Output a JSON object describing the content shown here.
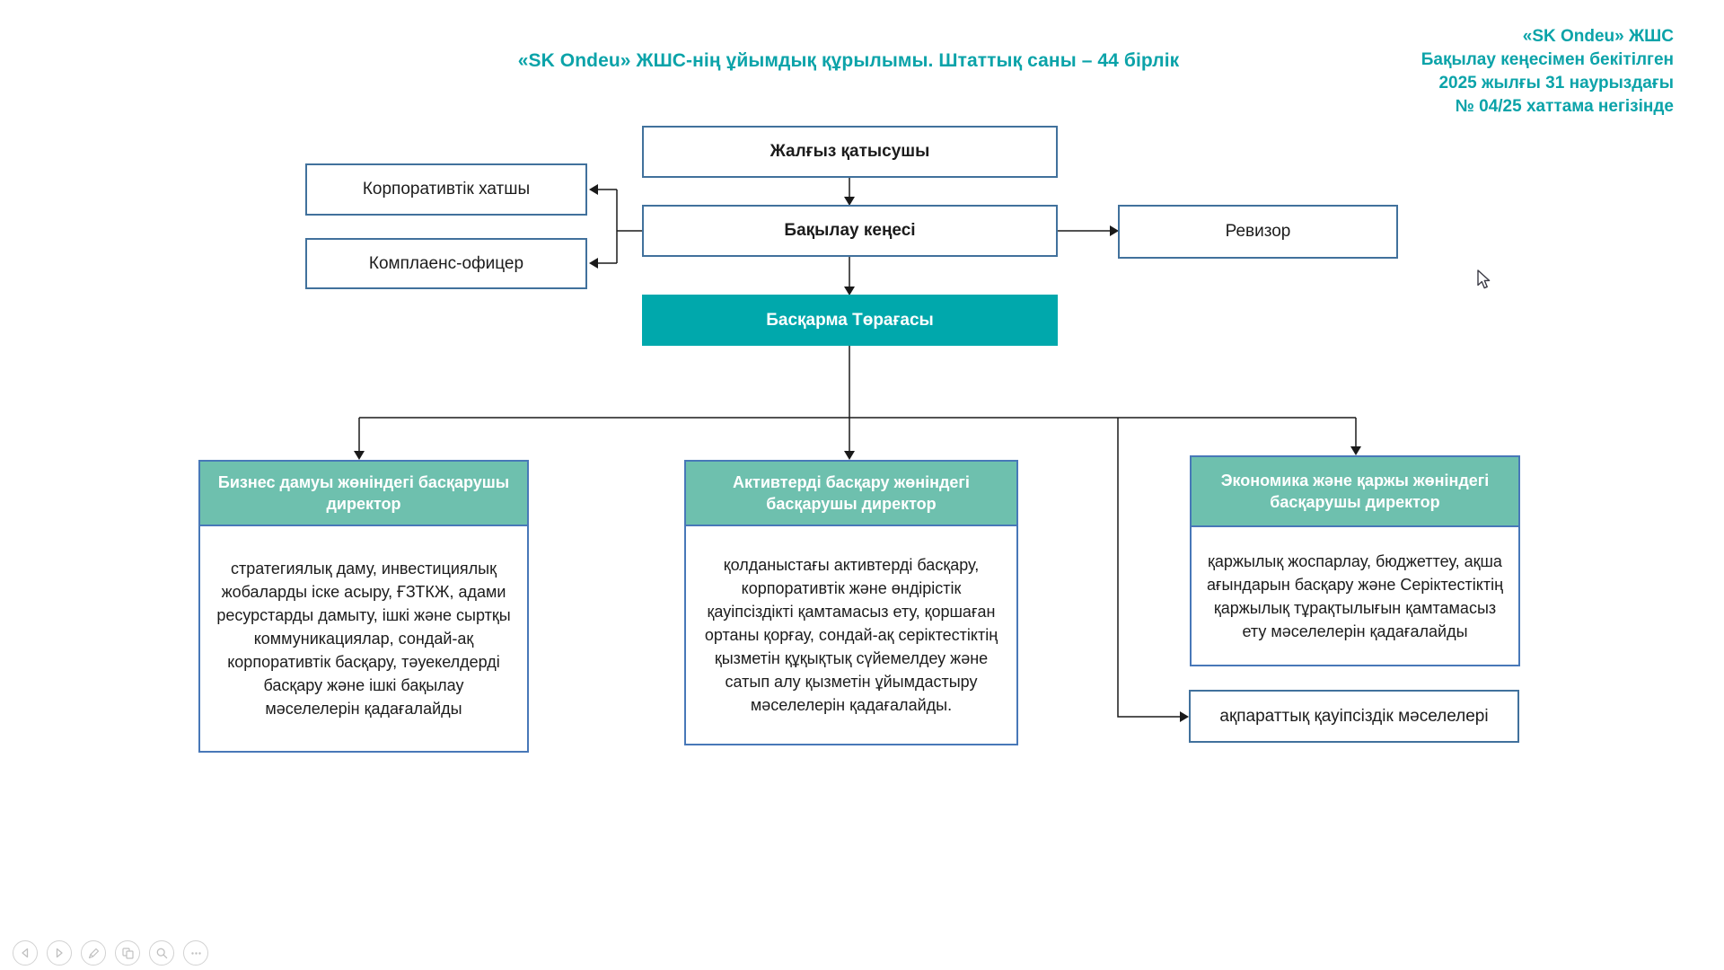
{
  "slide": {
    "title": "«SK Ondeu» ЖШС-нің ұйымдық құрылымы. Штаттық саны – 44 бірлік",
    "approval_note": {
      "lines": [
        "«SK Ondeu» ЖШС",
        "Бақылау кеңесімен бекітілген",
        "2025 жылғы 31 наурыздағы",
        "№ 04/25 хаттама негізінде"
      ]
    },
    "colors": {
      "accent_teal": "#0ba3a9",
      "chairman_fill": "#00a8ac",
      "director_header_fill": "#6ec0ae",
      "box_border_blue": "#41719c",
      "director_border_blue": "#4878b8"
    }
  },
  "org_chart": {
    "sole_participant": "Жалғыз қатысушы",
    "supervisory_board": "Бақылау кеңесі",
    "corporate_secretary": "Корпоративтік хатшы",
    "compliance_officer": "Комплаенс-офицер",
    "auditor": "Ревизор",
    "chairman": "Басқарма Төрағасы",
    "directors": [
      {
        "title": "Бизнес дамуы жөніндегі басқарушы директор",
        "description": "стратегиялық даму, инвестициялық жобаларды іске асыру, ҒЗТКЖ, адами ресурстарды дамыту, ішкі және сыртқы коммуникациялар, сондай-ақ корпоративтік басқару, тәуекелдерді басқару және ішкі бақылау мәселелерін қадағалайды"
      },
      {
        "title": "Активтерді басқару жөніндегі басқарушы директор",
        "description": "қолданыстағы активтерді басқару, корпоративтік және өндірістік қауіпсіздікті қамтамасыз ету, қоршаған ортаны қорғау, сондай-ақ серіктестіктің қызметін құқықтық сүйемелдеу және сатып алу қызметін ұйымдастыру мәселелерін қадағалайды."
      },
      {
        "title": "Экономика және қаржы жөніндегі басқарушы директор",
        "description": "қаржылық жоспарлау, бюджеттеу, ақша ағындарын басқару және Серіктестіктің қаржылық тұрақтылығын қамтамасыз ету мәселелерін қадағалайды"
      }
    ],
    "info_security_box": "ақпараттық қауіпсіздік мәселелері"
  },
  "controls": {
    "icons": [
      "previous-slide",
      "next-slide",
      "pen-tools",
      "see-all-slides",
      "zoom-slide",
      "more-options"
    ]
  }
}
